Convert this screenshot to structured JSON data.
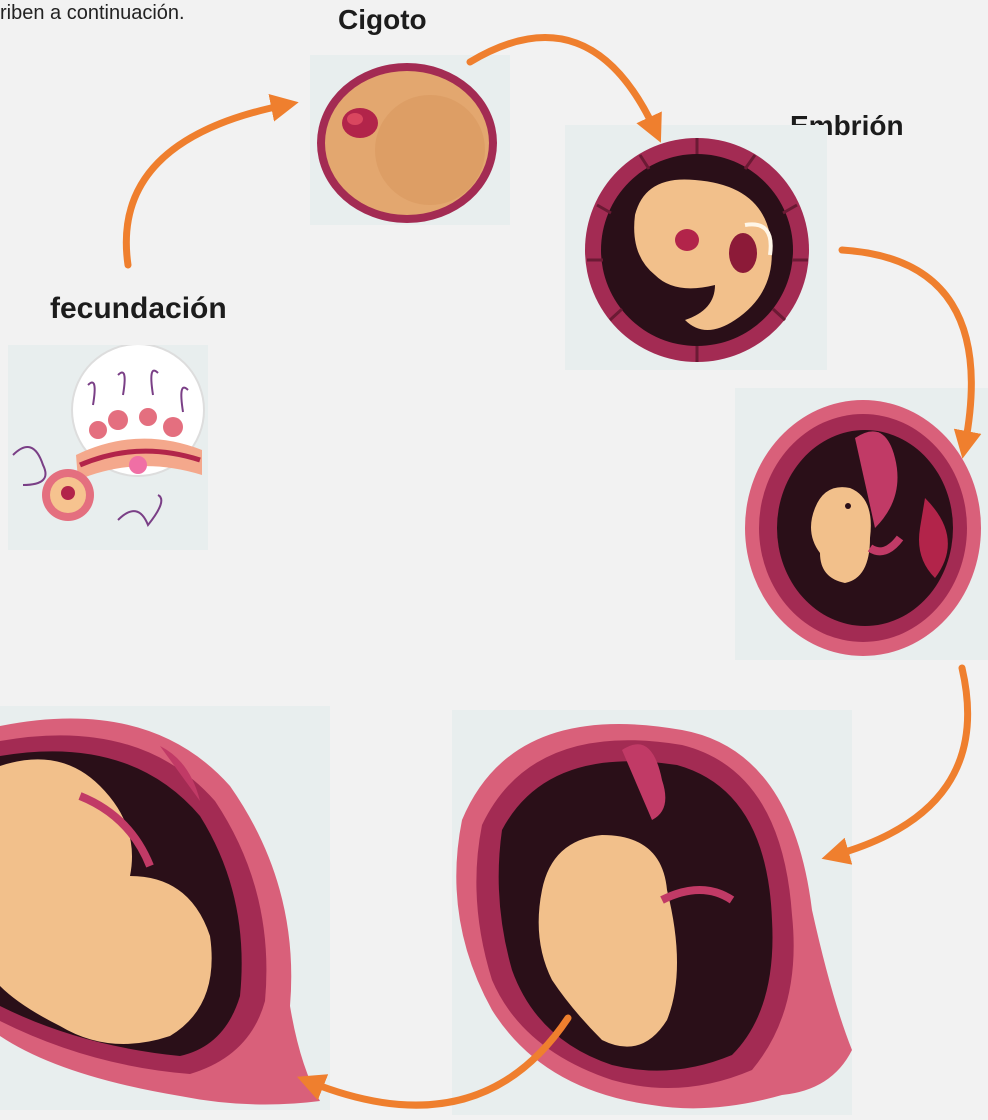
{
  "instruction_fragment": "riben a continuación.",
  "stages": {
    "cigoto": "Cigoto",
    "embrion": "Embrión",
    "fecundacion": "fecundación"
  },
  "colors": {
    "arrow": "#ef7f2e",
    "uterus_wall": "#a32b53",
    "uterus_outer": "#d9607a",
    "cavity": "#2a0f18",
    "skin": "#f2c08b",
    "skin_shadow": "#d9935a",
    "background": "#f2f2f2"
  }
}
